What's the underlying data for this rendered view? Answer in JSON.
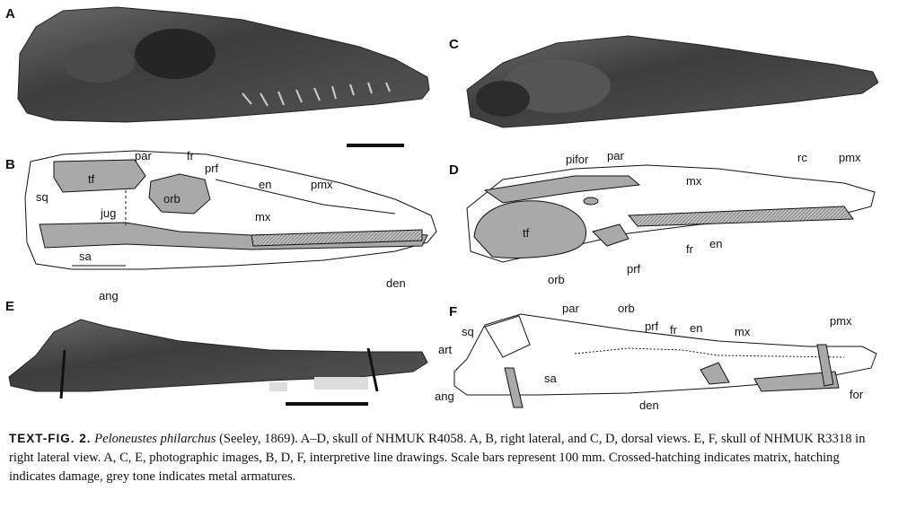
{
  "panels": {
    "A": {
      "letter": "A"
    },
    "B": {
      "letter": "B",
      "labels": [
        "par",
        "fr",
        "prf",
        "tf",
        "sq",
        "orb",
        "jug",
        "en",
        "pmx",
        "mx",
        "sa",
        "ang",
        "den"
      ]
    },
    "C": {
      "letter": "C"
    },
    "D": {
      "letter": "D",
      "labels": [
        "pifor",
        "par",
        "rc",
        "pmx",
        "mx",
        "tf",
        "en",
        "fr",
        "orb",
        "prf"
      ]
    },
    "E": {
      "letter": "E"
    },
    "F": {
      "letter": "F",
      "labels": [
        "par",
        "orb",
        "sq",
        "prf",
        "fr",
        "en",
        "pmx",
        "mx",
        "art",
        "sa",
        "ang",
        "den",
        "for"
      ]
    }
  },
  "caption": {
    "label": "TEXT-FIG. 2.",
    "species": "Peloneustes philarchus",
    "text": " (Seeley, 1869). A–D, skull of NHMUK R4058. A, B, right lateral, and C, D, dorsal views. E, F, skull of NHMUK R3318 in right lateral view. A, C, E, photographic images, B, D, F, interpretive line drawings. Scale bars represent 100 mm. Crossed-hatching indicates matrix, hatching indicates damage, grey tone indicates metal armatures."
  },
  "colors": {
    "bone_dark": "#3a3a3a",
    "fill_grey": "#a9a9a9",
    "line": "#111111"
  }
}
